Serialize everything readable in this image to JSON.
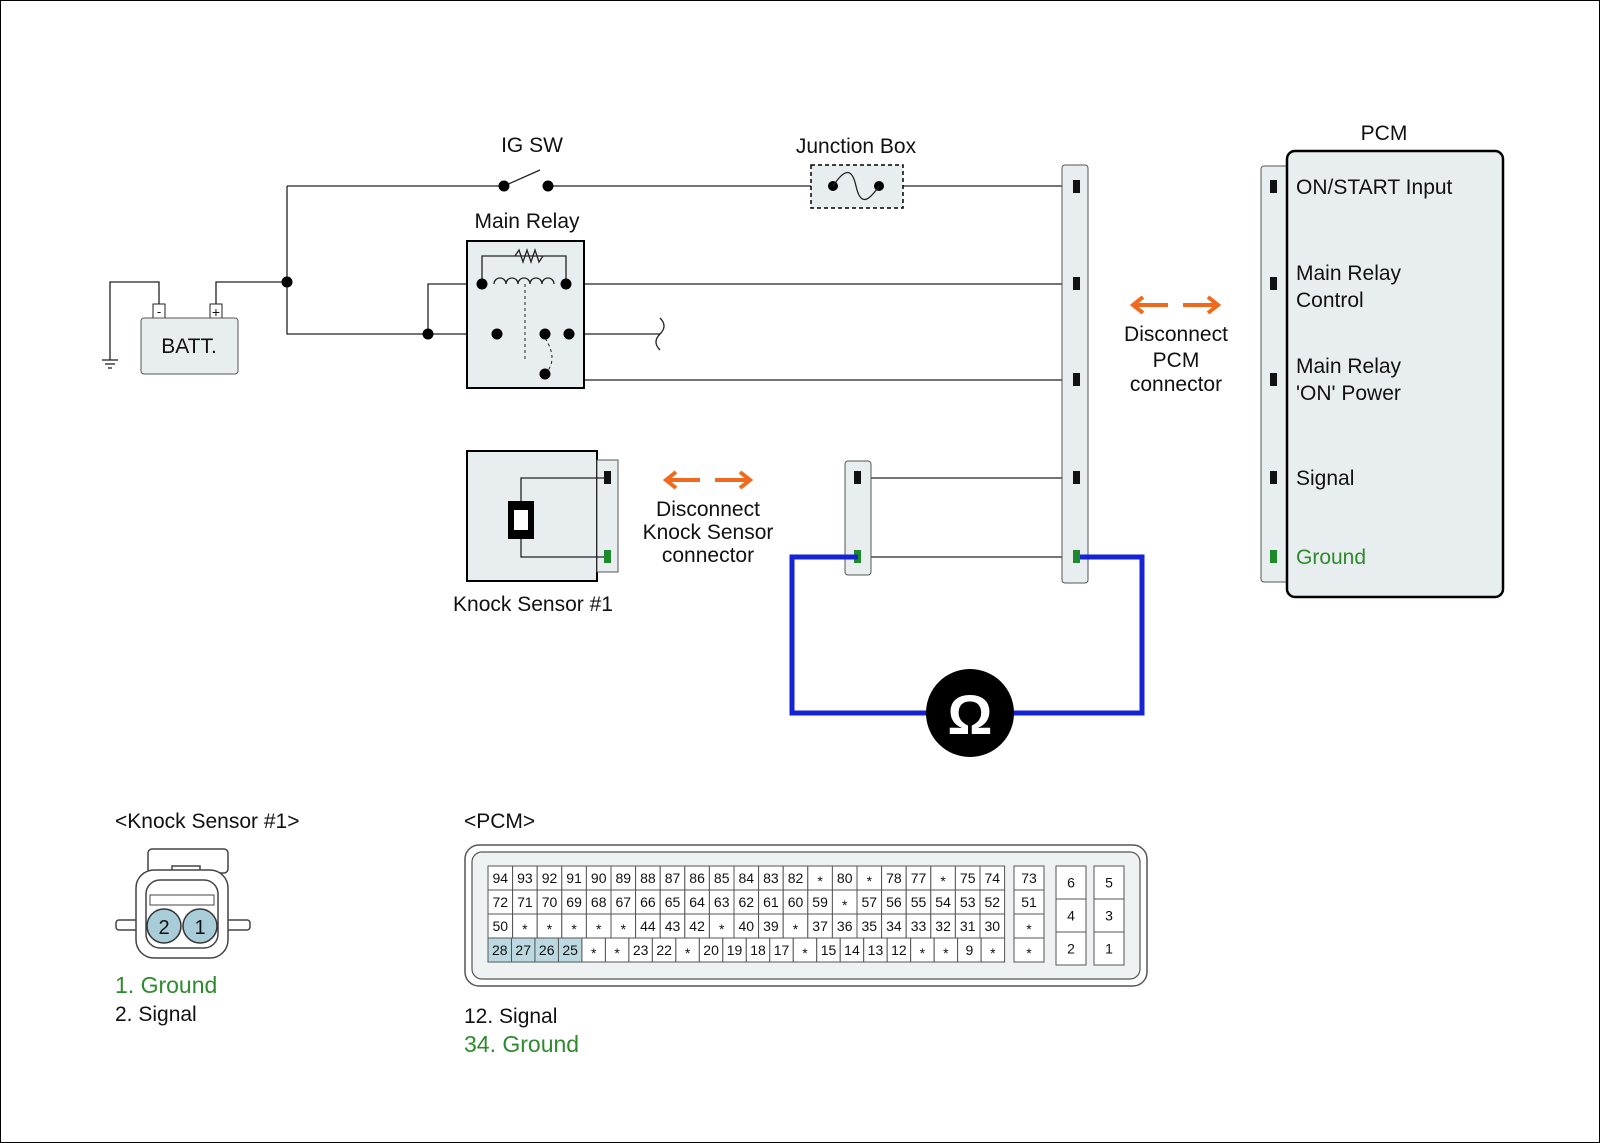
{
  "labels": {
    "ig_sw": "IG SW",
    "junction_box": "Junction Box",
    "main_relay": "Main Relay",
    "batt": "BATT.",
    "batt_minus": "-",
    "batt_plus": "+",
    "knock_sensor": "Knock Sensor #1",
    "pcm_title": "PCM",
    "disconnect_pcm": [
      "Disconnect",
      "PCM",
      "connector"
    ],
    "disconnect_knock": [
      "Disconnect",
      "Knock Sensor",
      "connector"
    ],
    "ohm": "Ω"
  },
  "pcm_pins": {
    "on_start": "ON/START Input",
    "relay_control": [
      "Main Relay",
      "Control"
    ],
    "relay_power": [
      "Main Relay",
      "'ON' Power"
    ],
    "signal": "Signal",
    "ground": "Ground"
  },
  "knock_connector": {
    "title": "<Knock Sensor #1>",
    "pin2": "2",
    "pin1": "1",
    "legend": [
      {
        "text": "1. Ground",
        "color": "#2e8a2e"
      },
      {
        "text": "2. Signal",
        "color": "#111111"
      }
    ]
  },
  "pcm_connector": {
    "title": "<PCM>",
    "rows": [
      [
        "94",
        "93",
        "92",
        "91",
        "90",
        "89",
        "88",
        "87",
        "86",
        "85",
        "84",
        "83",
        "82",
        "*",
        "80",
        "*",
        "78",
        "77",
        "*",
        "75",
        "74"
      ],
      [
        "72",
        "71",
        "70",
        "69",
        "68",
        "67",
        "66",
        "65",
        "64",
        "63",
        "62",
        "61",
        "60",
        "59",
        "*",
        "57",
        "56",
        "55",
        "54",
        "53",
        "52"
      ],
      [
        "50",
        "*",
        "*",
        "*",
        "*",
        "*",
        "44",
        "43",
        "42",
        "*",
        "40",
        "39",
        "*",
        "37",
        "36",
        "35",
        "34",
        "33",
        "32",
        "31",
        "30"
      ],
      [
        "28",
        "27",
        "26",
        "25",
        "*",
        "*",
        "23",
        "22",
        "*",
        "20",
        "19",
        "18",
        "17",
        "*",
        "15",
        "14",
        "13",
        "12",
        "*",
        "*",
        "9",
        "*"
      ]
    ],
    "side_col": [
      "73",
      "51",
      "*",
      "*"
    ],
    "block_a": [
      "6",
      "4",
      "2"
    ],
    "block_b": [
      "5",
      "3",
      "1"
    ],
    "highlighted": [
      "28",
      "27",
      "26",
      "25"
    ],
    "legend": [
      {
        "text": "12. Signal",
        "color": "#111111"
      },
      {
        "text": "34. Ground",
        "color": "#2e8a2e"
      }
    ]
  },
  "colors": {
    "ground_green": "#2e8a2e",
    "probe_blue": "#1523d6",
    "arrow_orange": "#ef6a1c",
    "highlight": "#bcd9e2"
  }
}
